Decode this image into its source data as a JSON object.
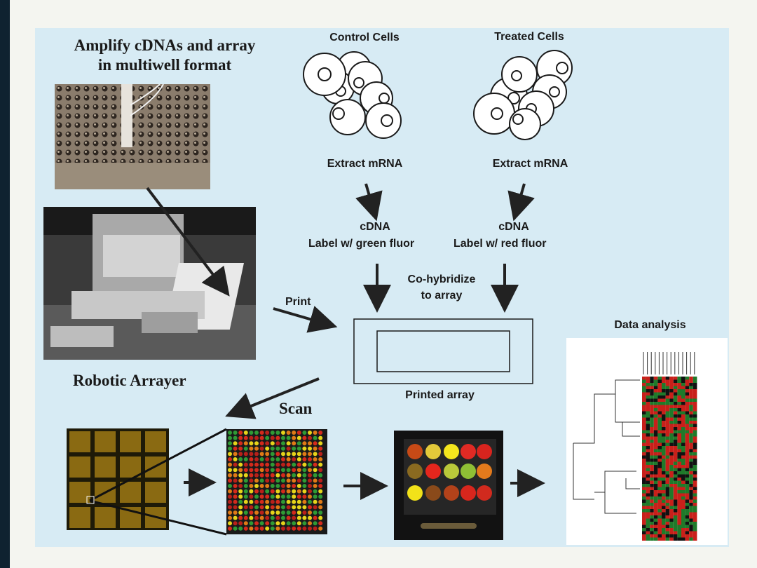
{
  "title_line1": "Amplify cDNAs and array",
  "title_line2": "in multiwell format",
  "control_cells": "Control Cells",
  "treated_cells": "Treated Cells",
  "extract_left": "Extract mRNA",
  "extract_right": "Extract mRNA",
  "cdna_left": "cDNA",
  "cdna_right": "cDNA",
  "label_green": "Label w/ green fluor",
  "label_red": "Label w/ red fluor",
  "cohybridize_line1": "Co-hybridize",
  "cohybridize_line2": "to array",
  "print": "Print",
  "printed_array": "Printed array",
  "robotic_arrayer": "Robotic Arrayer",
  "scan": "Scan",
  "data_analysis": "Data analysis",
  "colors": {
    "panel": "#d7ebf4",
    "arrow": "#222222",
    "spot_red": "#d42a1c",
    "spot_yellow": "#e6d41a",
    "spot_green": "#2f9a35"
  }
}
